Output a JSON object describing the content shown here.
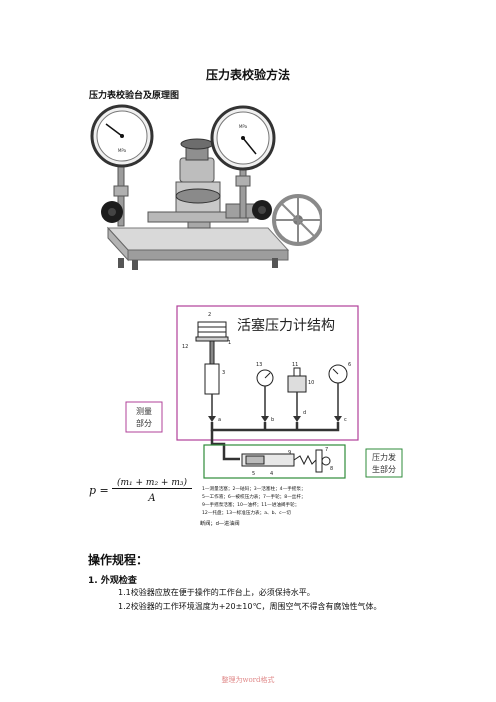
{
  "document": {
    "title": "压力表校验方法",
    "subtitle": "压力表校验台及原理图",
    "steps_heading": "操作规程：",
    "section_1": "1. 外观检查",
    "line_1": "1.1校验器应放在便于操作的工作台上，必须保持水平。",
    "line_2": "1.2校验器的工作环境温度为+20±10℃，周围空气不得含有腐蚀性气体。",
    "footer": "整理为word格式"
  },
  "diagram": {
    "heading": "活塞压力计结构",
    "box_measure": "测量\n部分",
    "box_measure_l1": "测量",
    "box_measure_l2": "部分",
    "box_pressure_l1": "压力发",
    "box_pressure_l2": "生部分",
    "formula_lhs": "p =",
    "formula_num": "(m₁ + m₂ + m₃)",
    "formula_den": "A",
    "legend_1": "1—测量活塞；2—砝码；3—活塞柱；4—手摇泵；",
    "legend_2": "5—工作液；6—被校压力表；7—手轮；8—丝杆；",
    "legend_3": "9—手摇泵活塞；10—油杯；11—进油阀手轮；",
    "legend_4": "12—托盘；13—标准压力表；a、b、c—切",
    "legend_5": "断阀；d—进油阀",
    "n1": "1",
    "n2": "2",
    "n3": "3",
    "n4": "4",
    "n5": "5",
    "n6": "6",
    "n7": "7",
    "n8": "8",
    "n9": "9",
    "n10": "10",
    "n11": "11",
    "n12": "12",
    "n13": "13",
    "na": "a",
    "nb": "b",
    "nc": "c",
    "nd": "d",
    "colors": {
      "measure_box": "#b0409a",
      "pressure_box": "#2e8b3a",
      "pipe": "#333333"
    }
  },
  "photo": {
    "icons": [
      "pressure-gauge-left",
      "pressure-gauge-right",
      "handwheel",
      "black-knob-left",
      "black-knob-right"
    ]
  }
}
